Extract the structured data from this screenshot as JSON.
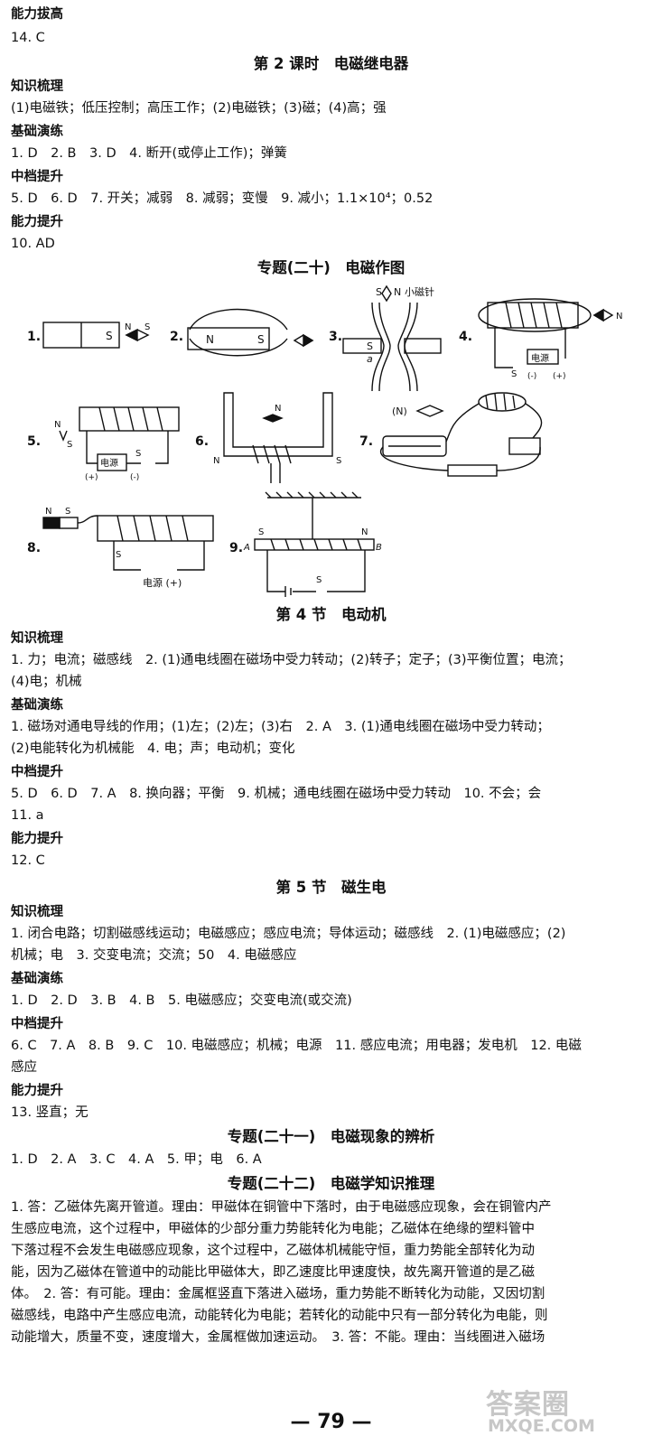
{
  "top": {
    "h1": "能力拔高",
    "l1": "14. C"
  },
  "s2": {
    "title": "第 2 课时　电磁继电器",
    "h_know": "知识梳理",
    "know": "(1)电磁铁；低压控制；高压工作；(2)电磁铁；(3)磁；(4)高；强",
    "h_base": "基础演练",
    "base": "1. D　2. B　3. D　4. 断开(或停止工作)；弹簧",
    "h_mid": "中档提升",
    "mid": "5. D　6. D　7. 开关；减弱　8. 减弱；变慢　9. 减小；1.1×10⁴；0.52",
    "h_up": "能力提升",
    "up": "10. AD"
  },
  "s20": {
    "title": "专题(二十)　电磁作图",
    "fig": {
      "n1": "1.",
      "n2": "2.",
      "n3": "3.",
      "n4": "4.",
      "n5": "5.",
      "n6": "6.",
      "n7": "7.",
      "n8": "8.",
      "n9": "9.",
      "N": "N",
      "S": "S",
      "a": "a",
      "A": "A",
      "B": "B",
      "needle": "小磁针",
      "power": "电源",
      "powerPlus": "电源 (+)",
      "plus": "(+)",
      "minus": "(-)",
      "Nparen": "(N)"
    }
  },
  "s4": {
    "title": "第 4 节　电动机",
    "h_know": "知识梳理",
    "know1": "1. 力；电流；磁感线　2. (1)通电线圈在磁场中受力转动；(2)转子；定子；(3)平衡位置；电流；",
    "know2": "(4)电；机械",
    "h_base": "基础演练",
    "base1": "1. 磁场对通电导线的作用；(1)左；(2)左；(3)右　2. A　3. (1)通电线圈在磁场中受力转动；",
    "base2": "(2)电能转化为机械能　4. 电；声；电动机；变化",
    "h_mid": "中档提升",
    "mid1": "5. D　6. D　7. A　8. 换向器；平衡　9. 机械；通电线圈在磁场中受力转动　10. 不会；会",
    "mid2": "11. a",
    "h_up": "能力提升",
    "up": "12. C"
  },
  "s5": {
    "title": "第 5 节　磁生电",
    "h_know": "知识梳理",
    "know1": "1. 闭合电路；切割磁感线运动；电磁感应；感应电流；导体运动；磁感线　2. (1)电磁感应；(2)",
    "know2": "机械；电　3. 交变电流；交流；50　4. 电磁感应",
    "h_base": "基础演练",
    "base": "1. D　2. D　3. B　4. B　5. 电磁感应；交变电流(或交流)",
    "h_mid": "中档提升",
    "mid1": "6. C　7. A　8. B　9. C　10. 电磁感应；机械；电源　11. 感应电流；用电器；发电机　12. 电磁",
    "mid2": "感应",
    "h_up": "能力提升",
    "up": "13. 竖直；无"
  },
  "s21": {
    "title": "专题(二十一)　电磁现象的辨析",
    "ans": "1. D　2. A　3. C　4. A　5. 甲；电　6. A"
  },
  "s22": {
    "title": "专题(二十二)　电磁学知识推理",
    "p1": "1. 答：乙磁体先离开管道。理由：甲磁体在铜管中下落时，由于电磁感应现象，会在铜管内产",
    "p2": "生感应电流，这个过程中，甲磁体的少部分重力势能转化为电能；乙磁体在绝缘的塑料管中",
    "p3": "下落过程不会发生电磁感应现象，这个过程中，乙磁体机械能守恒，重力势能全部转化为动",
    "p4": "能，因为乙磁体在管道中的动能比甲磁体大，即乙速度比甲速度快，故先离开管道的是乙磁",
    "p5": "体。　2. 答：有可能。理由：金属框竖直下落进入磁场，重力势能不断转化为动能，又因切割",
    "p6": "磁感线，电路中产生感应电流，动能转化为电能；若转化的动能中只有一部分转化为电能，则",
    "p7": "动能增大，质量不变，速度增大，金属框做加速运动。　3. 答：不能。理由：当线圈进入磁场"
  },
  "footer": {
    "page": "— 79 —",
    "wm1": "答案圈",
    "wm2": "MXQE.COM"
  }
}
